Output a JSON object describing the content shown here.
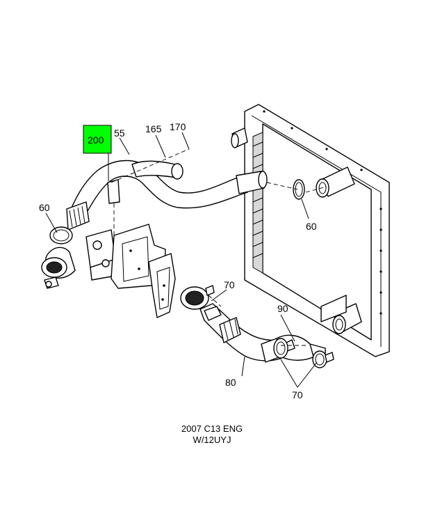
{
  "callouts": {
    "c200": "200",
    "c55": "55",
    "c165": "165",
    "c170": "170",
    "c60_left": "60",
    "c60_right": "60",
    "c70_upper": "70",
    "c90": "90",
    "c80": "80",
    "c70_lower": "70"
  },
  "caption": {
    "line1": "2007 C13 ENG",
    "line2": "W/12UYJ"
  },
  "colors": {
    "highlight": "#00ff00"
  }
}
